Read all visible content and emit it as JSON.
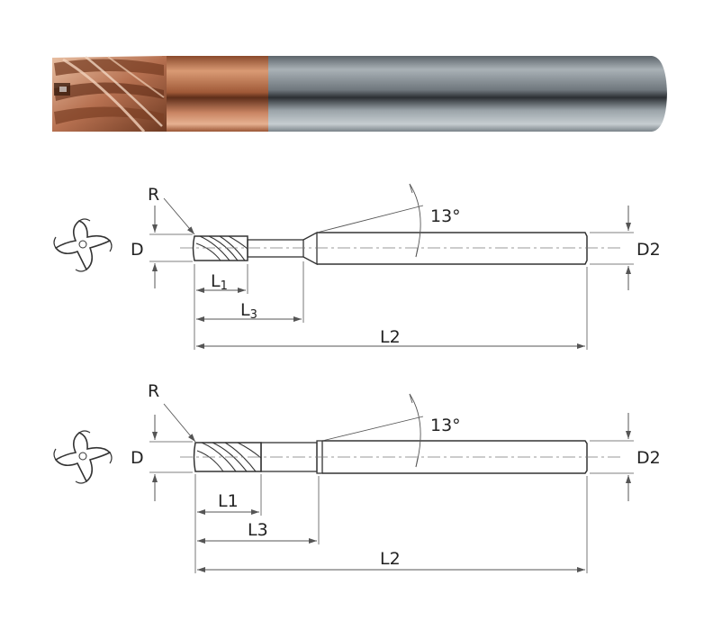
{
  "photo": {
    "subject": "coated-end-mill-photo",
    "coating_color": "#b86a45",
    "shank_color": "#8e979d"
  },
  "diagrams": [
    {
      "id": "diagram-top",
      "labels": {
        "R": "R",
        "D": "D",
        "D2": "D2",
        "L1_main": "L",
        "L1_sub": "1",
        "L3_main": "L",
        "L3_sub": "3",
        "L2": "L2",
        "angle": "13°"
      }
    },
    {
      "id": "diagram-bottom",
      "labels": {
        "R": "R",
        "D": "D",
        "D2": "D2",
        "L1": "L1",
        "L3": "L3",
        "L2": "L2",
        "angle": "13°"
      }
    }
  ],
  "colors": {
    "line": "#333333",
    "dim": "#555555"
  }
}
